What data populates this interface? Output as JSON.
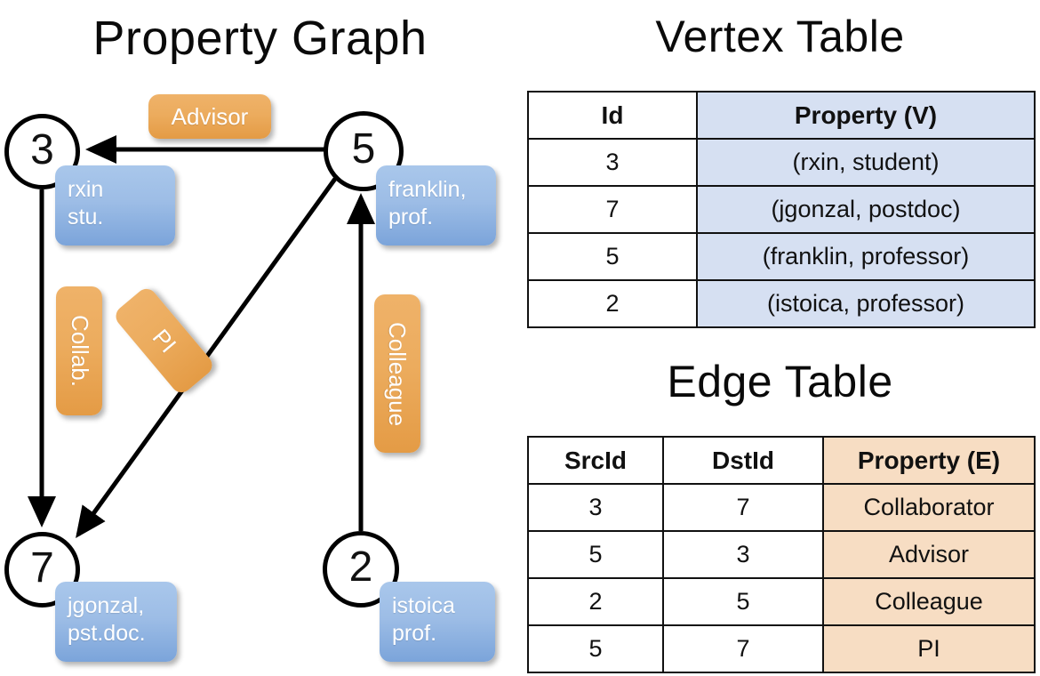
{
  "titles": {
    "property_graph": "Property Graph",
    "vertex_table": "Vertex Table",
    "edge_table": "Edge Table"
  },
  "graph": {
    "nodes": [
      {
        "id": "3",
        "property": "rxin\nstu."
      },
      {
        "id": "5",
        "property": "franklin,\nprof."
      },
      {
        "id": "7",
        "property": "jgonzal,\npst.doc."
      },
      {
        "id": "2",
        "property": "istoica\nprof."
      }
    ],
    "edge_labels": [
      {
        "name": "advisor",
        "text": "Advisor"
      },
      {
        "name": "collab",
        "text": "Collab."
      },
      {
        "name": "pi",
        "text": "PI"
      },
      {
        "name": "colleague",
        "text": "Colleague"
      }
    ],
    "edges": [
      {
        "src": "5",
        "dst": "3",
        "label": "Advisor"
      },
      {
        "src": "3",
        "dst": "7",
        "label": "Collab."
      },
      {
        "src": "5",
        "dst": "7",
        "label": "PI"
      },
      {
        "src": "2",
        "dst": "5",
        "label": "Colleague"
      }
    ]
  },
  "vertex_table": {
    "headers": [
      "Id",
      "Property (V)"
    ],
    "rows": [
      [
        "3",
        "(rxin, student)"
      ],
      [
        "7",
        "(jgonzal, postdoc)"
      ],
      [
        "5",
        "(franklin, professor)"
      ],
      [
        "2",
        "(istoica, professor)"
      ]
    ]
  },
  "edge_table": {
    "headers": [
      "SrcId",
      "DstId",
      "Property (E)"
    ],
    "rows": [
      [
        "3",
        "7",
        "Collaborator"
      ],
      [
        "5",
        "3",
        "Advisor"
      ],
      [
        "2",
        "5",
        "Colleague"
      ],
      [
        "5",
        "7",
        "PI"
      ]
    ]
  },
  "colors": {
    "vertex_property_fill": "#d6e0f2",
    "edge_property_fill": "#f7ddc3",
    "node_box_blue": "#9dbde6",
    "edge_label_orange": "#ecac5e",
    "stroke": "#000000"
  }
}
